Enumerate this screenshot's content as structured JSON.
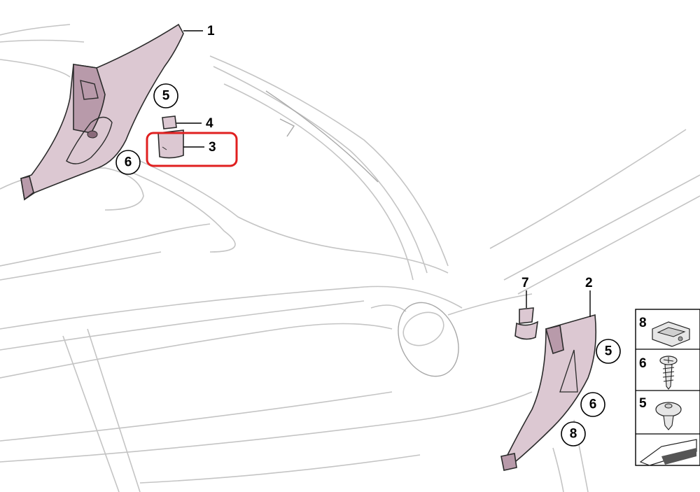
{
  "callouts": [
    {
      "label": "1"
    },
    {
      "label": "4"
    },
    {
      "label": "3"
    },
    {
      "label": "7"
    },
    {
      "label": "2"
    }
  ],
  "circled_callouts": [
    {
      "label": "5"
    },
    {
      "label": "6"
    },
    {
      "label": "5"
    },
    {
      "label": "6"
    },
    {
      "label": "8"
    }
  ],
  "legend": {
    "items": [
      {
        "label": "8",
        "icon": "clip-icon"
      },
      {
        "label": "6",
        "icon": "screw-icon"
      },
      {
        "label": "5",
        "icon": "expanding-rivet-icon"
      }
    ],
    "footer_icon": "direction-arrow-icon"
  },
  "highlight": {
    "color": "#e02020",
    "target": "3"
  },
  "colors": {
    "part_fill": "#dcc8d2",
    "part_shade": "#b89aaa",
    "body_lines": "#c4c4c4"
  }
}
